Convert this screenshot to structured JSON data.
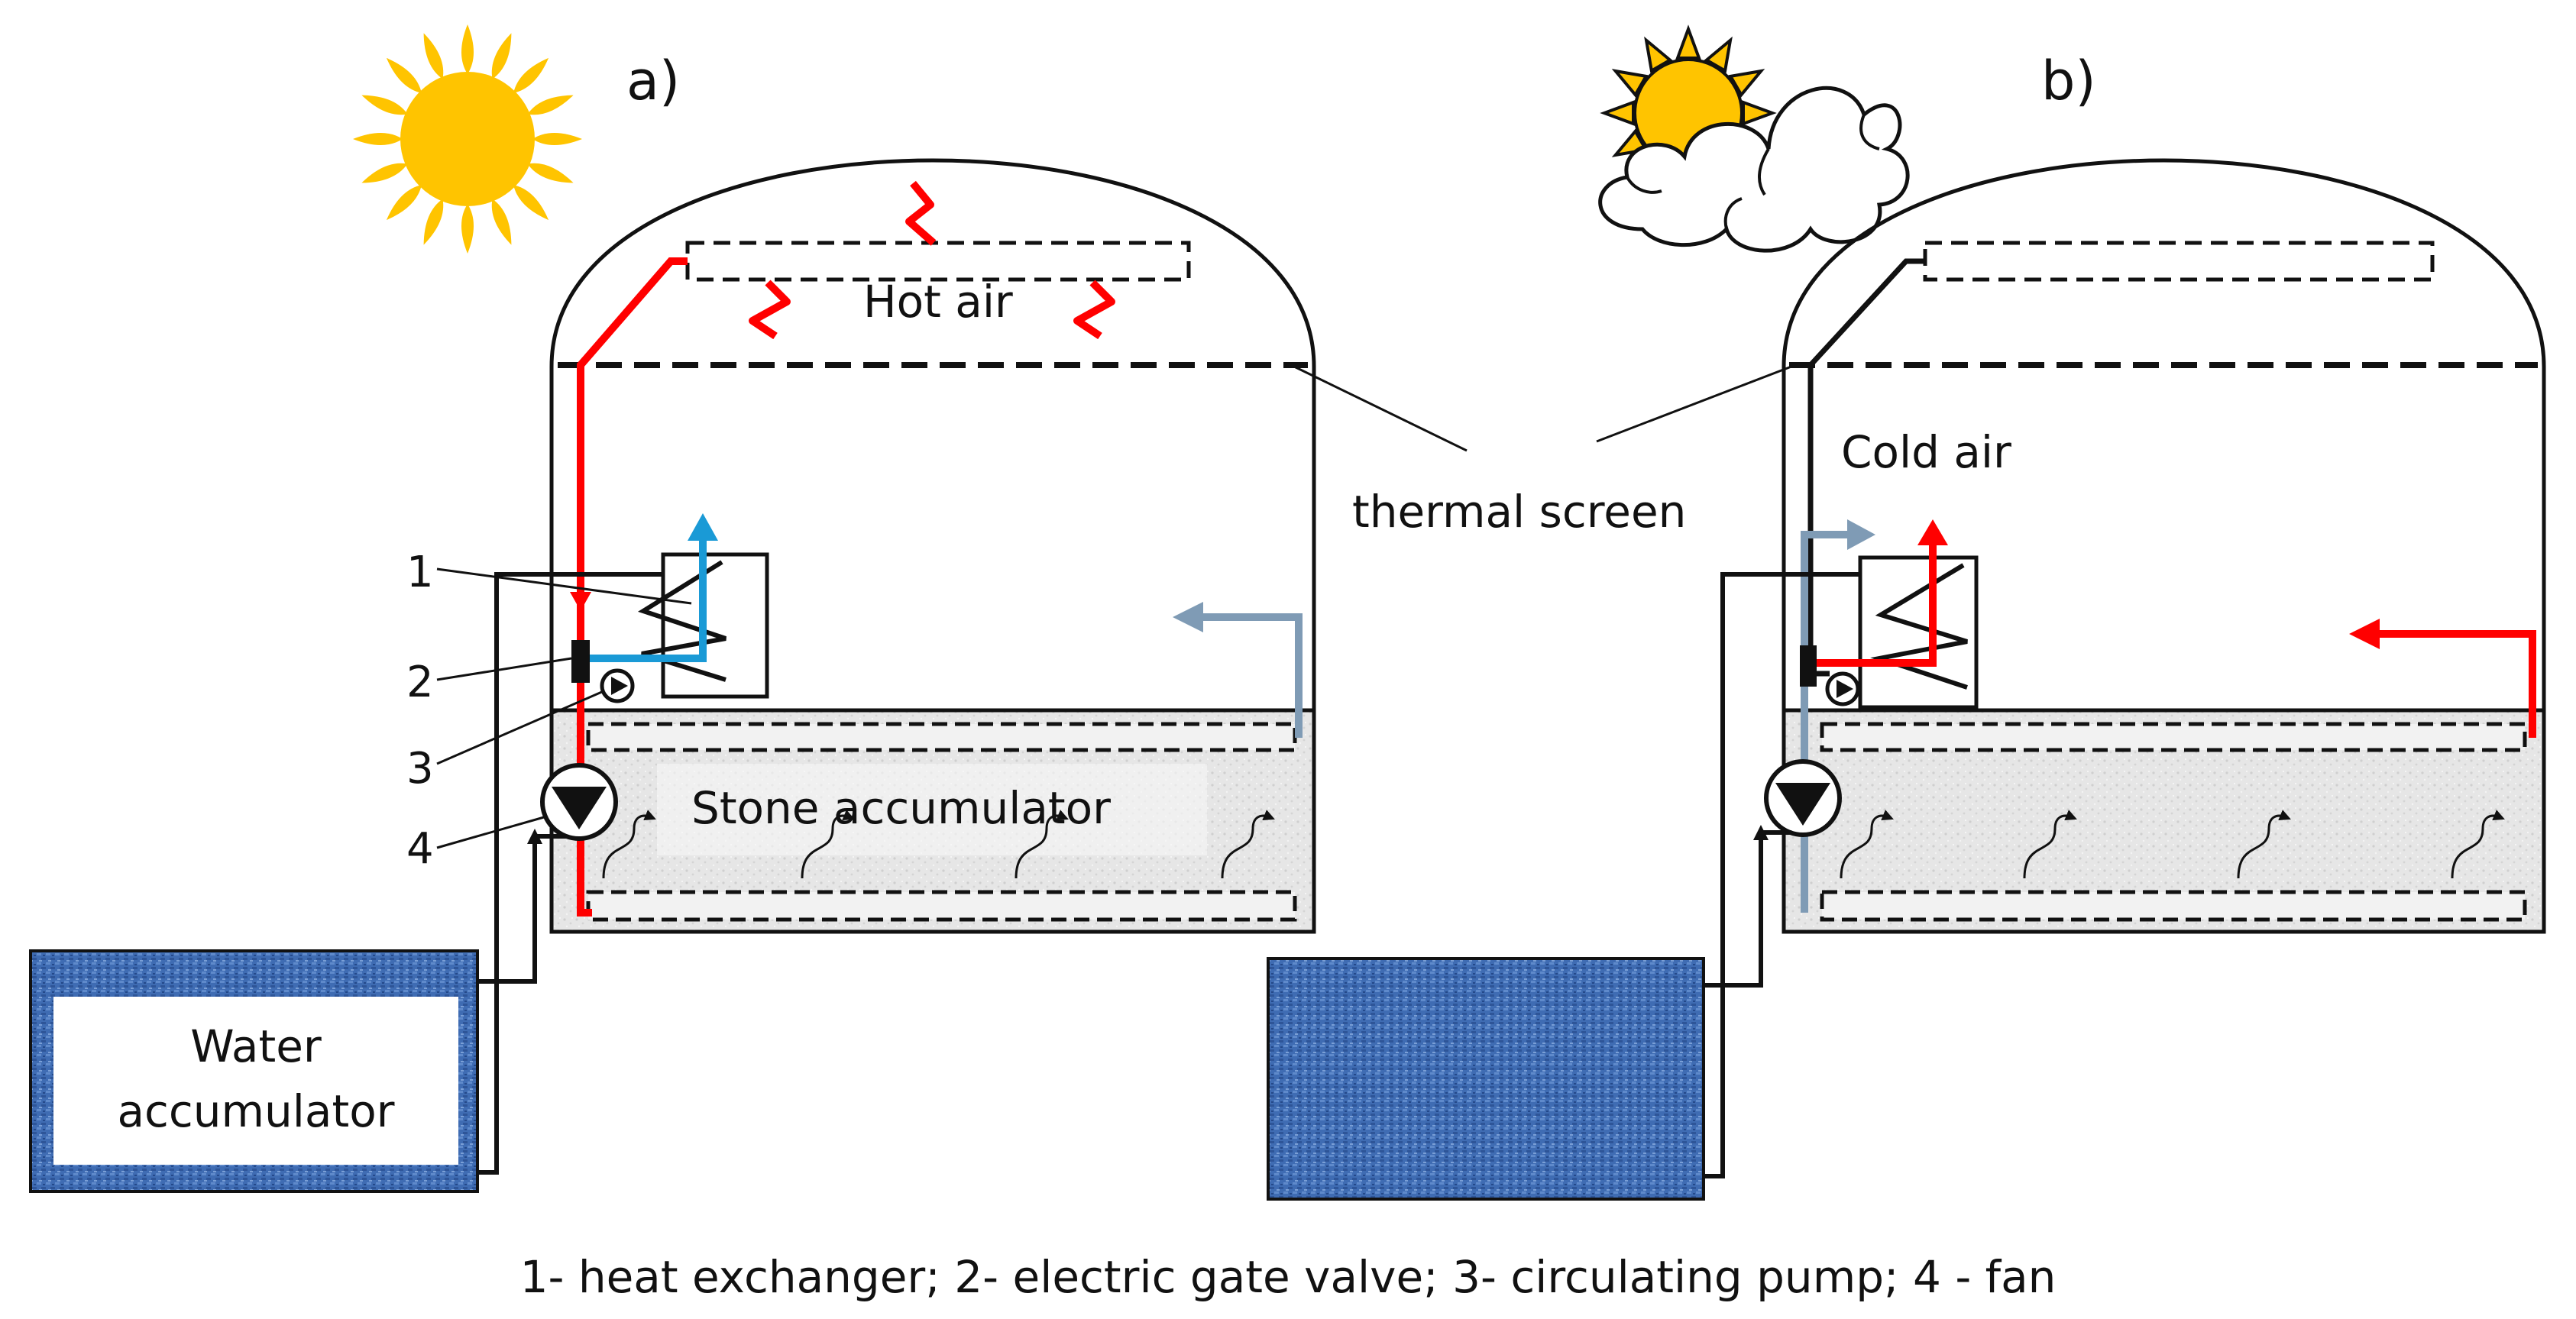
{
  "panels": {
    "a": {
      "label": "a)"
    },
    "b": {
      "label": "b)"
    }
  },
  "labels": {
    "hot_air": "Hot air",
    "cold_air": "Cold air",
    "thermal_screen": "thermal screen",
    "stone_accumulator": "Stone accumulator",
    "water_accumulator_line1": "Water",
    "water_accumulator_line2": "accumulator"
  },
  "callouts": [
    "1",
    "2",
    "3",
    "4"
  ],
  "caption": "1- heat exchanger; 2- electric gate valve; 3- circulating pump; 4 - fan",
  "icons": {
    "panel_a": "sun-icon",
    "panel_b": "sun-behind-cloud-icon"
  },
  "colors": {
    "hot_flow": "#ff0000",
    "warm_flow": "#1a9ad6",
    "cold_flow": "#7f9bb5",
    "pipe": "#111111",
    "water_fill": "#3f6fb7",
    "stone_fill": "#e4e4e4",
    "sun": "#ffc400"
  }
}
